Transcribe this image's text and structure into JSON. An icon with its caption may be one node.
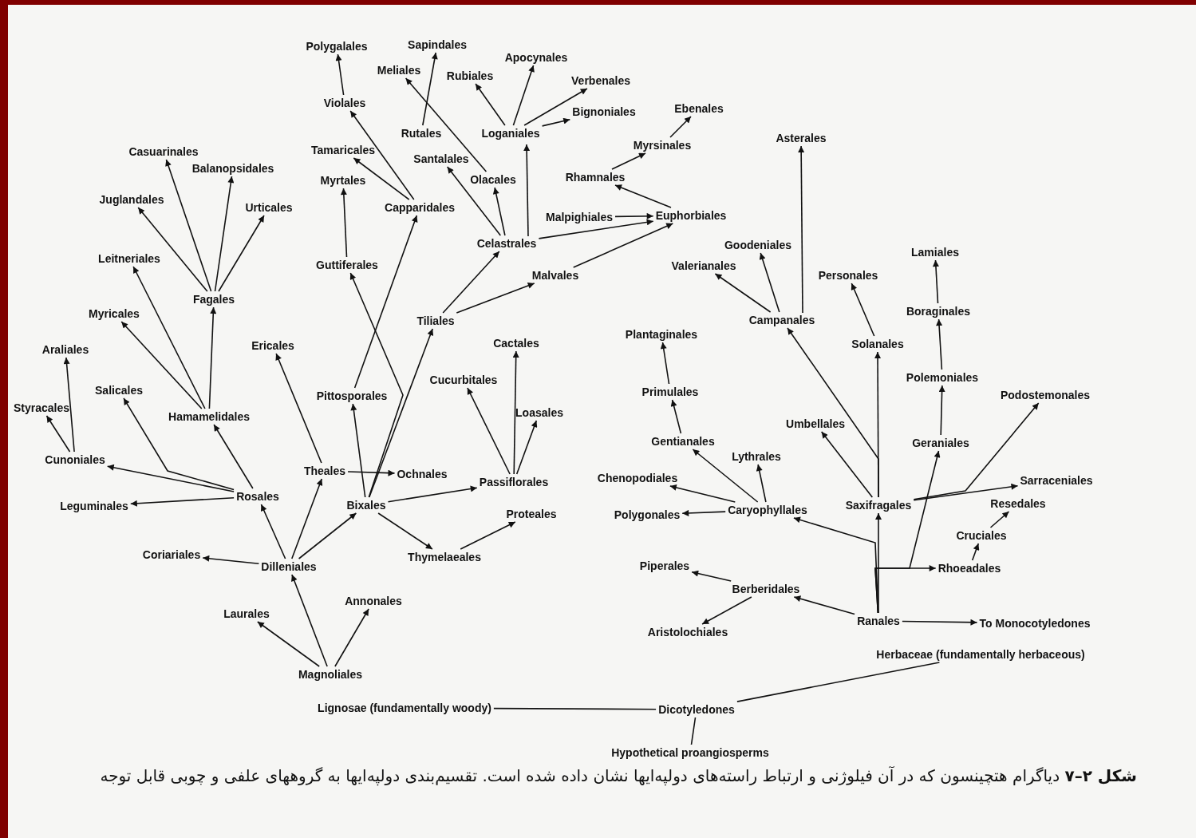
{
  "diagram": {
    "nodes": [
      {
        "text": [
          "Polygalales"
        ]
      },
      {
        "text": [
          "Sapindales"
        ]
      },
      {
        "text": [
          "Meliales"
        ]
      },
      {
        "text": [
          "Apocynales"
        ]
      },
      {
        "text": [
          "Rubiales"
        ]
      },
      {
        "text": [
          "Verbenales"
        ]
      },
      {
        "text": [
          "Violales"
        ]
      },
      {
        "text": [
          "Bignoniales"
        ]
      },
      {
        "text": [
          "Ebenales"
        ]
      },
      {
        "text": [
          "Rutales"
        ]
      },
      {
        "text": [
          "Loganiales"
        ]
      },
      {
        "text": [
          "Casuarinales"
        ]
      },
      {
        "text": [
          "Tamaricales"
        ]
      },
      {
        "text": [
          "Myrsinales"
        ]
      },
      {
        "text": [
          "Balanopsidales"
        ]
      },
      {
        "text": [
          "Santalales"
        ]
      },
      {
        "text": [
          "Myrtales"
        ]
      },
      {
        "text": [
          "Olacales"
        ]
      },
      {
        "text": [
          "Rhamnales"
        ]
      },
      {
        "text": [
          "Asterales"
        ]
      },
      {
        "text": [
          "Juglandales"
        ]
      },
      {
        "text": [
          "Urticales"
        ]
      },
      {
        "text": [
          "Capparidales"
        ]
      },
      {
        "text": [
          "Malpighiales"
        ]
      },
      {
        "text": [
          "Euphorbiales"
        ]
      },
      {
        "text": [
          "Celastrales"
        ]
      },
      {
        "text": [
          "Goodeniales"
        ]
      },
      {
        "text": [
          "Leitneriales"
        ]
      },
      {
        "text": [
          "Guttiferales"
        ]
      },
      {
        "text": [
          "Valerianales"
        ]
      },
      {
        "text": [
          "Lamiales"
        ]
      },
      {
        "text": [
          "Personales"
        ]
      },
      {
        "text": [
          "Malvales"
        ]
      },
      {
        "text": [
          "Fagales"
        ]
      },
      {
        "text": [
          "Myricales"
        ]
      },
      {
        "text": [
          "Boraginales"
        ]
      },
      {
        "text": [
          "Campanales"
        ]
      },
      {
        "text": [
          "Tiliales"
        ]
      },
      {
        "text": [
          "Araliales"
        ]
      },
      {
        "text": [
          "Ericales"
        ]
      },
      {
        "text": [
          "Cactales"
        ]
      },
      {
        "text": [
          "Solanales"
        ]
      },
      {
        "text": [
          "Plantaginales"
        ]
      },
      {
        "text": [
          "Cucurbitales"
        ]
      },
      {
        "text": [
          "Polemoniales"
        ]
      },
      {
        "text": [
          "Primulales"
        ]
      },
      {
        "text": [
          "Salicales"
        ]
      },
      {
        "text": [
          "Styracales"
        ]
      },
      {
        "text": [
          "Pittosporales"
        ]
      },
      {
        "text": [
          "Hamamelidales"
        ]
      },
      {
        "text": [
          "Podostemonales"
        ]
      },
      {
        "text": [
          "Loasales"
        ]
      },
      {
        "text": [
          "Umbellales"
        ]
      },
      {
        "text": [
          "Gentianales"
        ]
      },
      {
        "text": [
          "Geraniales"
        ]
      },
      {
        "text": [
          "Lythrales"
        ]
      },
      {
        "text": [
          "Cunoniales"
        ]
      },
      {
        "text": [
          "Theales"
        ]
      },
      {
        "text": [
          "Ochnales"
        ]
      },
      {
        "text": [
          "Passiflorales"
        ]
      },
      {
        "text": [
          "Chenopodiales"
        ]
      },
      {
        "text": [
          "Sarraceniales"
        ]
      },
      {
        "text": [
          "Rosales"
        ]
      },
      {
        "text": [
          "Leguminales"
        ]
      },
      {
        "text": [
          "Bixales"
        ]
      },
      {
        "text": [
          "Caryophyllales"
        ]
      },
      {
        "text": [
          "Saxifragales"
        ]
      },
      {
        "text": [
          "Resedales"
        ]
      },
      {
        "text": [
          "Polygonales"
        ]
      },
      {
        "text": [
          "Proteales"
        ]
      },
      {
        "text": [
          "Cruciales"
        ]
      },
      {
        "text": [
          "Coriariales"
        ]
      },
      {
        "text": [
          "Thymelaeales"
        ]
      },
      {
        "text": [
          "Dilleniales"
        ]
      },
      {
        "text": [
          "Piperales"
        ]
      },
      {
        "text": [
          "Rhoeadales"
        ]
      },
      {
        "text": [
          "Berberidales"
        ]
      },
      {
        "text": [
          "Annonales"
        ]
      },
      {
        "text": [
          "Laurales"
        ]
      },
      {
        "text": [
          "Ranales"
        ]
      },
      {
        "text": [
          "To Monocotyledones"
        ]
      },
      {
        "text": [
          "Aristolochiales"
        ]
      },
      {
        "text": [
          "Herbaceae (fundamentally herbaceous)"
        ]
      },
      {
        "text": [
          "Magnoliales"
        ]
      },
      {
        "text": [
          "Lignosae (fundamentally woody)"
        ]
      },
      {
        "text": [
          "Dicotyledones"
        ]
      },
      {
        "text": [
          "Hypothetical proangiosperms"
        ]
      }
    ],
    "edges": [
      {
        "from": 49,
        "to": 34,
        "arrow": "to"
      },
      {
        "from": 49,
        "to": 27,
        "arrow": "to"
      },
      {
        "from": 49,
        "to": 33,
        "arrow": "to"
      },
      {
        "from": 33,
        "to": 20,
        "arrow": "to"
      },
      {
        "from": 33,
        "to": 11,
        "arrow": "to"
      },
      {
        "from": 33,
        "to": 14,
        "arrow": "to"
      },
      {
        "from": 33,
        "to": 21,
        "arrow": "to"
      },
      {
        "from": 62,
        "to": 49,
        "arrow": "to"
      },
      {
        "from": 62,
        "to": 56,
        "arrow": "to"
      },
      {
        "from": 62,
        "to": 46,
        "arrow": "to"
      },
      {
        "from": 62,
        "to": 63,
        "arrow": "to"
      },
      {
        "from": 56,
        "to": 47,
        "arrow": "to"
      },
      {
        "from": 56,
        "to": 38,
        "arrow": "to"
      },
      {
        "from": 73,
        "to": 62,
        "arrow": "to"
      },
      {
        "from": 73,
        "to": 71,
        "arrow": "to"
      },
      {
        "from": 73,
        "to": 57,
        "arrow": "to"
      },
      {
        "from": 73,
        "to": 64,
        "arrow": "to"
      },
      {
        "from": 83,
        "to": 78,
        "arrow": "to"
      },
      {
        "from": 83,
        "to": 73,
        "arrow": "to"
      },
      {
        "from": 83,
        "to": 77,
        "arrow": "to"
      },
      {
        "from": 57,
        "to": 39,
        "arrow": "to"
      },
      {
        "from": 57,
        "to": 58,
        "arrow": "to"
      },
      {
        "from": 64,
        "to": 48,
        "arrow": "to"
      },
      {
        "from": 64,
        "to": 37,
        "arrow": "to"
      },
      {
        "from": 64,
        "to": 28,
        "arrow": "to"
      },
      {
        "from": 64,
        "to": 59,
        "arrow": "to"
      },
      {
        "from": 64,
        "to": 72,
        "arrow": "to"
      },
      {
        "from": 48,
        "to": 22,
        "arrow": "to"
      },
      {
        "from": 72,
        "to": 69,
        "arrow": "to"
      },
      {
        "from": 59,
        "to": 43,
        "arrow": "to"
      },
      {
        "from": 59,
        "to": 40,
        "arrow": "to"
      },
      {
        "from": 59,
        "to": 51,
        "arrow": "to"
      },
      {
        "from": 37,
        "to": 25,
        "arrow": "to"
      },
      {
        "from": 37,
        "to": 32,
        "arrow": "to"
      },
      {
        "from": 32,
        "to": 24,
        "arrow": "to"
      },
      {
        "from": 25,
        "to": 15,
        "arrow": "to"
      },
      {
        "from": 25,
        "to": 17,
        "arrow": "to"
      },
      {
        "from": 25,
        "to": 10,
        "arrow": "to"
      },
      {
        "from": 25,
        "to": 24,
        "arrow": "to"
      },
      {
        "from": 23,
        "to": 24,
        "arrow": "to"
      },
      {
        "from": 24,
        "to": 18,
        "arrow": "to"
      },
      {
        "from": 18,
        "to": 13,
        "arrow": "to"
      },
      {
        "from": 13,
        "to": 8,
        "arrow": "to"
      },
      {
        "from": 10,
        "to": 4,
        "arrow": "to"
      },
      {
        "from": 10,
        "to": 3,
        "arrow": "to"
      },
      {
        "from": 10,
        "to": 5,
        "arrow": "to"
      },
      {
        "from": 10,
        "to": 7,
        "arrow": "to"
      },
      {
        "from": 17,
        "to": 2,
        "arrow": "to"
      },
      {
        "from": 9,
        "to": 1,
        "arrow": "to"
      },
      {
        "from": 22,
        "to": 6,
        "arrow": "to"
      },
      {
        "from": 22,
        "to": 12,
        "arrow": "to"
      },
      {
        "from": 6,
        "to": 0,
        "arrow": "to"
      },
      {
        "from": 28,
        "to": 16,
        "arrow": "to"
      },
      {
        "from": 85,
        "to": 84,
        "arrow": "none"
      },
      {
        "from": 85,
        "to": 82,
        "arrow": "none"
      },
      {
        "from": 85,
        "to": 86,
        "arrow": "none"
      },
      {
        "from": 79,
        "to": 76,
        "arrow": "to"
      },
      {
        "from": 79,
        "to": 80,
        "arrow": "to"
      },
      {
        "from": 79,
        "to": 66,
        "arrow": "to"
      },
      {
        "from": 79,
        "to": 65,
        "arrow": "to"
      },
      {
        "from": 79,
        "to": 75,
        "arrow": "to"
      },
      {
        "from": 79,
        "to": 54,
        "arrow": "to"
      },
      {
        "from": 76,
        "to": 74,
        "arrow": "to"
      },
      {
        "from": 76,
        "to": 81,
        "arrow": "to"
      },
      {
        "from": 65,
        "to": 68,
        "arrow": "to"
      },
      {
        "from": 65,
        "to": 60,
        "arrow": "to"
      },
      {
        "from": 65,
        "to": 53,
        "arrow": "to"
      },
      {
        "from": 65,
        "to": 55,
        "arrow": "to"
      },
      {
        "from": 53,
        "to": 45,
        "arrow": "to"
      },
      {
        "from": 45,
        "to": 42,
        "arrow": "to"
      },
      {
        "from": 66,
        "to": 52,
        "arrow": "to"
      },
      {
        "from": 66,
        "to": 36,
        "arrow": "to"
      },
      {
        "from": 66,
        "to": 41,
        "arrow": "to"
      },
      {
        "from": 66,
        "to": 61,
        "arrow": "to"
      },
      {
        "from": 66,
        "to": 50,
        "arrow": "to"
      },
      {
        "from": 36,
        "to": 29,
        "arrow": "to"
      },
      {
        "from": 36,
        "to": 26,
        "arrow": "to"
      },
      {
        "from": 36,
        "to": 19,
        "arrow": "to"
      },
      {
        "from": 41,
        "to": 31,
        "arrow": "to"
      },
      {
        "from": 54,
        "to": 44,
        "arrow": "to"
      },
      {
        "from": 44,
        "to": 35,
        "arrow": "to"
      },
      {
        "from": 35,
        "to": 30,
        "arrow": "to"
      },
      {
        "from": 75,
        "to": 70,
        "arrow": "to"
      },
      {
        "from": 70,
        "to": 67,
        "arrow": "to"
      }
    ],
    "caption": "**شکل ۲–۷** دیاگرام هتچینسون که در آن فیلوژنی و ارتباط راسته‌های دولپه‌ایها نشان داده شده است. تقسیم‌بندی دولپه‌ایها به گروههای علفی و چوبی قابل توجه"
  }
}
